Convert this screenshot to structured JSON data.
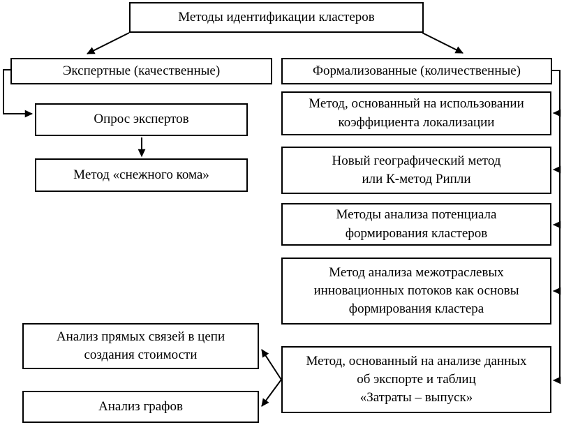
{
  "diagram": {
    "background_color": "#ffffff",
    "line_color": "#000000",
    "text_color": "#000000",
    "nodes": {
      "root": {
        "label": "Методы идентификации кластеров"
      },
      "expert_header": {
        "label": "Экспертные (качественные)"
      },
      "formal_header": {
        "label": "Формализованные (количественные)"
      },
      "expert_survey": {
        "label": "Опрос экспертов"
      },
      "snowball": {
        "label": "Метод «снежного кома»"
      },
      "localization": {
        "label": "Метод, основанный на использовании\nкоэффициента локализации"
      },
      "geographic": {
        "label": "Новый географический метод\nили К-метод Рипли"
      },
      "potential": {
        "label": "Методы анализа потенциала\nформирования кластеров"
      },
      "interindustry": {
        "label": "Метод анализа межотраслевых\nинновационных потоков как основы\nформирования кластера"
      },
      "export_io": {
        "label": "Метод, основанный на анализе данных\nоб экспорте и таблиц\n«Затраты – выпуск»"
      },
      "value_chain": {
        "label": "Анализ прямых связей в цепи\nсоздания стоимости"
      },
      "graphs": {
        "label": "Анализ графов"
      }
    },
    "edges": [
      {
        "from": "root",
        "to": "expert_header"
      },
      {
        "from": "root",
        "to": "formal_header"
      },
      {
        "from": "expert_header",
        "to": "expert_survey"
      },
      {
        "from": "expert_survey",
        "to": "snowball"
      },
      {
        "from": "formal_header",
        "to": "localization"
      },
      {
        "from": "formal_header",
        "to": "geographic"
      },
      {
        "from": "formal_header",
        "to": "potential"
      },
      {
        "from": "formal_header",
        "to": "interindustry"
      },
      {
        "from": "formal_header",
        "to": "export_io"
      },
      {
        "from": "export_io",
        "to": "value_chain"
      },
      {
        "from": "export_io",
        "to": "graphs"
      }
    ]
  }
}
